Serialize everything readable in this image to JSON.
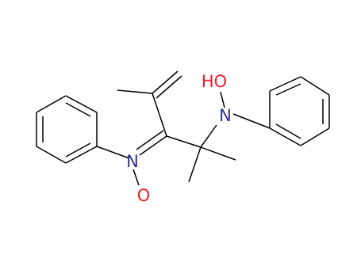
{
  "structure": {
    "atoms": {
      "hydroxyl_oxygen": {
        "label": "HO",
        "color": "#E8202A"
      },
      "amine_nitrogen": {
        "label": "N",
        "color": "#303090"
      },
      "nitrone_nitrogen": {
        "label": "N",
        "color": "#303090"
      },
      "nitrone_oxygen": {
        "label": "O",
        "color": "#E8202A"
      }
    }
  }
}
